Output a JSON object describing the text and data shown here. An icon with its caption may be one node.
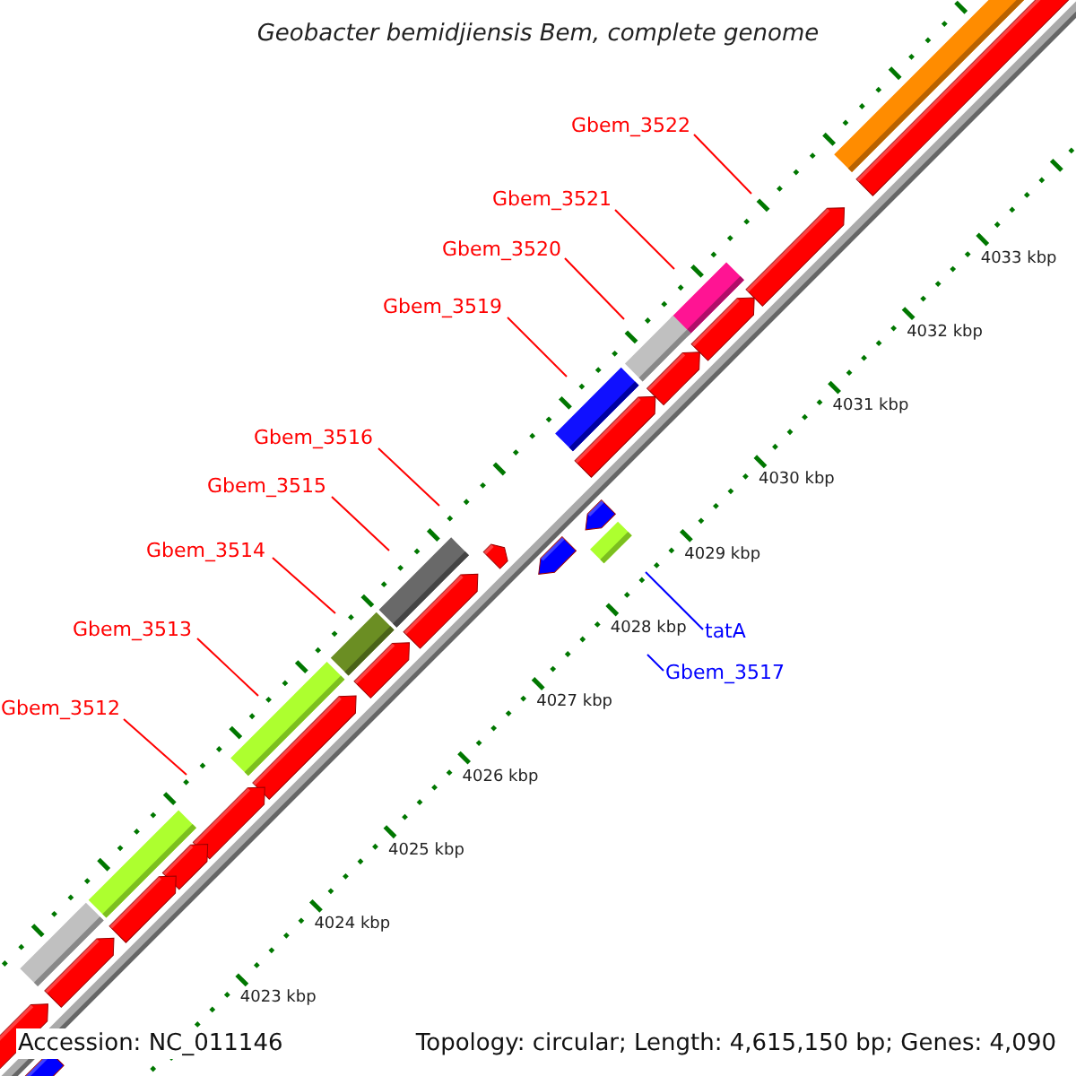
{
  "diagram": {
    "title": "Geobacter bemidjiensis Bem, complete genome",
    "nodes": [
      {
        "text": [
          "Gbem_3522"
        ]
      },
      {
        "text": [
          "Gbem_3521"
        ]
      },
      {
        "text": [
          "Gbem_3520"
        ]
      },
      {
        "text": [
          "Gbem_3519"
        ]
      },
      {
        "text": [
          "Gbem_3516"
        ]
      },
      {
        "text": [
          "Gbem_3515"
        ]
      },
      {
        "text": [
          "Gbem_3514"
        ]
      },
      {
        "text": [
          "Gbem_3513"
        ]
      },
      {
        "text": [
          "Gbem_3512"
        ]
      },
      {
        "text": [
          "tatA"
        ]
      },
      {
        "text": [
          "Gbem_3517"
        ]
      }
    ],
    "edges": [
      {
        "from": 0,
        "to": null,
        "arrow": "none"
      },
      {
        "from": 1,
        "to": null,
        "arrow": "none"
      },
      {
        "from": 2,
        "to": null,
        "arrow": "none"
      },
      {
        "from": 3,
        "to": null,
        "arrow": "none"
      },
      {
        "from": 4,
        "to": null,
        "arrow": "none"
      },
      {
        "from": 5,
        "to": null,
        "arrow": "none"
      },
      {
        "from": 6,
        "to": null,
        "arrow": "none"
      },
      {
        "from": 7,
        "to": null,
        "arrow": "none"
      },
      {
        "from": 8,
        "to": null,
        "arrow": "none"
      },
      {
        "from": 9,
        "to": null,
        "arrow": "none",
        "color": "#0000ff"
      },
      {
        "from": 10,
        "to": null,
        "arrow": "none",
        "color": "#0000ff"
      }
    ],
    "labels": [
      "4033 kbp",
      "4032 kbp",
      "4031 kbp",
      "4030 kbp",
      "4029 kbp",
      "4028 kbp",
      "4027 kbp",
      "4026 kbp",
      "4025 kbp",
      "4024 kbp",
      "4023 kbp",
      "Accession: NC_011146",
      "Topology: circular; Length: 4,615,150 bp; Genes: 4,090"
    ]
  }
}
